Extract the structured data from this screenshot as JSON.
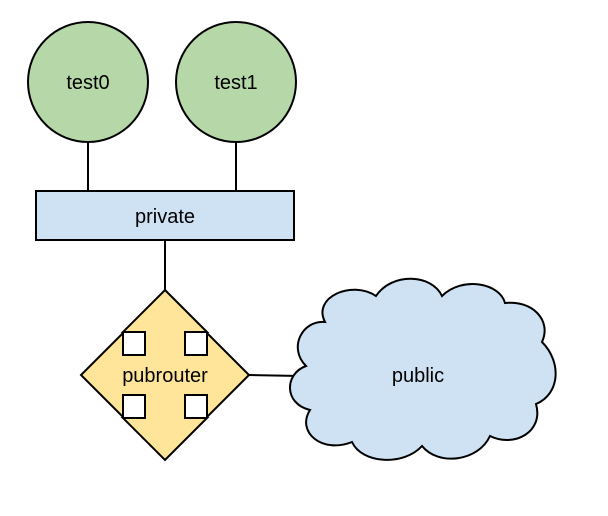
{
  "nodes": {
    "test0": {
      "label": "test0",
      "fill": "#b6d7a8",
      "stroke": "#000000"
    },
    "test1": {
      "label": "test1",
      "fill": "#b6d7a8",
      "stroke": "#000000"
    },
    "private": {
      "label": "private",
      "fill": "#cfe2f3",
      "stroke": "#000000"
    },
    "pubrouter": {
      "label": "pubrouter",
      "fill": "#ffe599",
      "stroke": "#000000"
    },
    "public": {
      "label": "public",
      "fill": "#cfe2f3",
      "stroke": "#000000"
    }
  },
  "edges": [
    {
      "from": "test0",
      "to": "private"
    },
    {
      "from": "test1",
      "to": "private"
    },
    {
      "from": "private",
      "to": "pubrouter"
    },
    {
      "from": "pubrouter",
      "to": "public"
    }
  ]
}
